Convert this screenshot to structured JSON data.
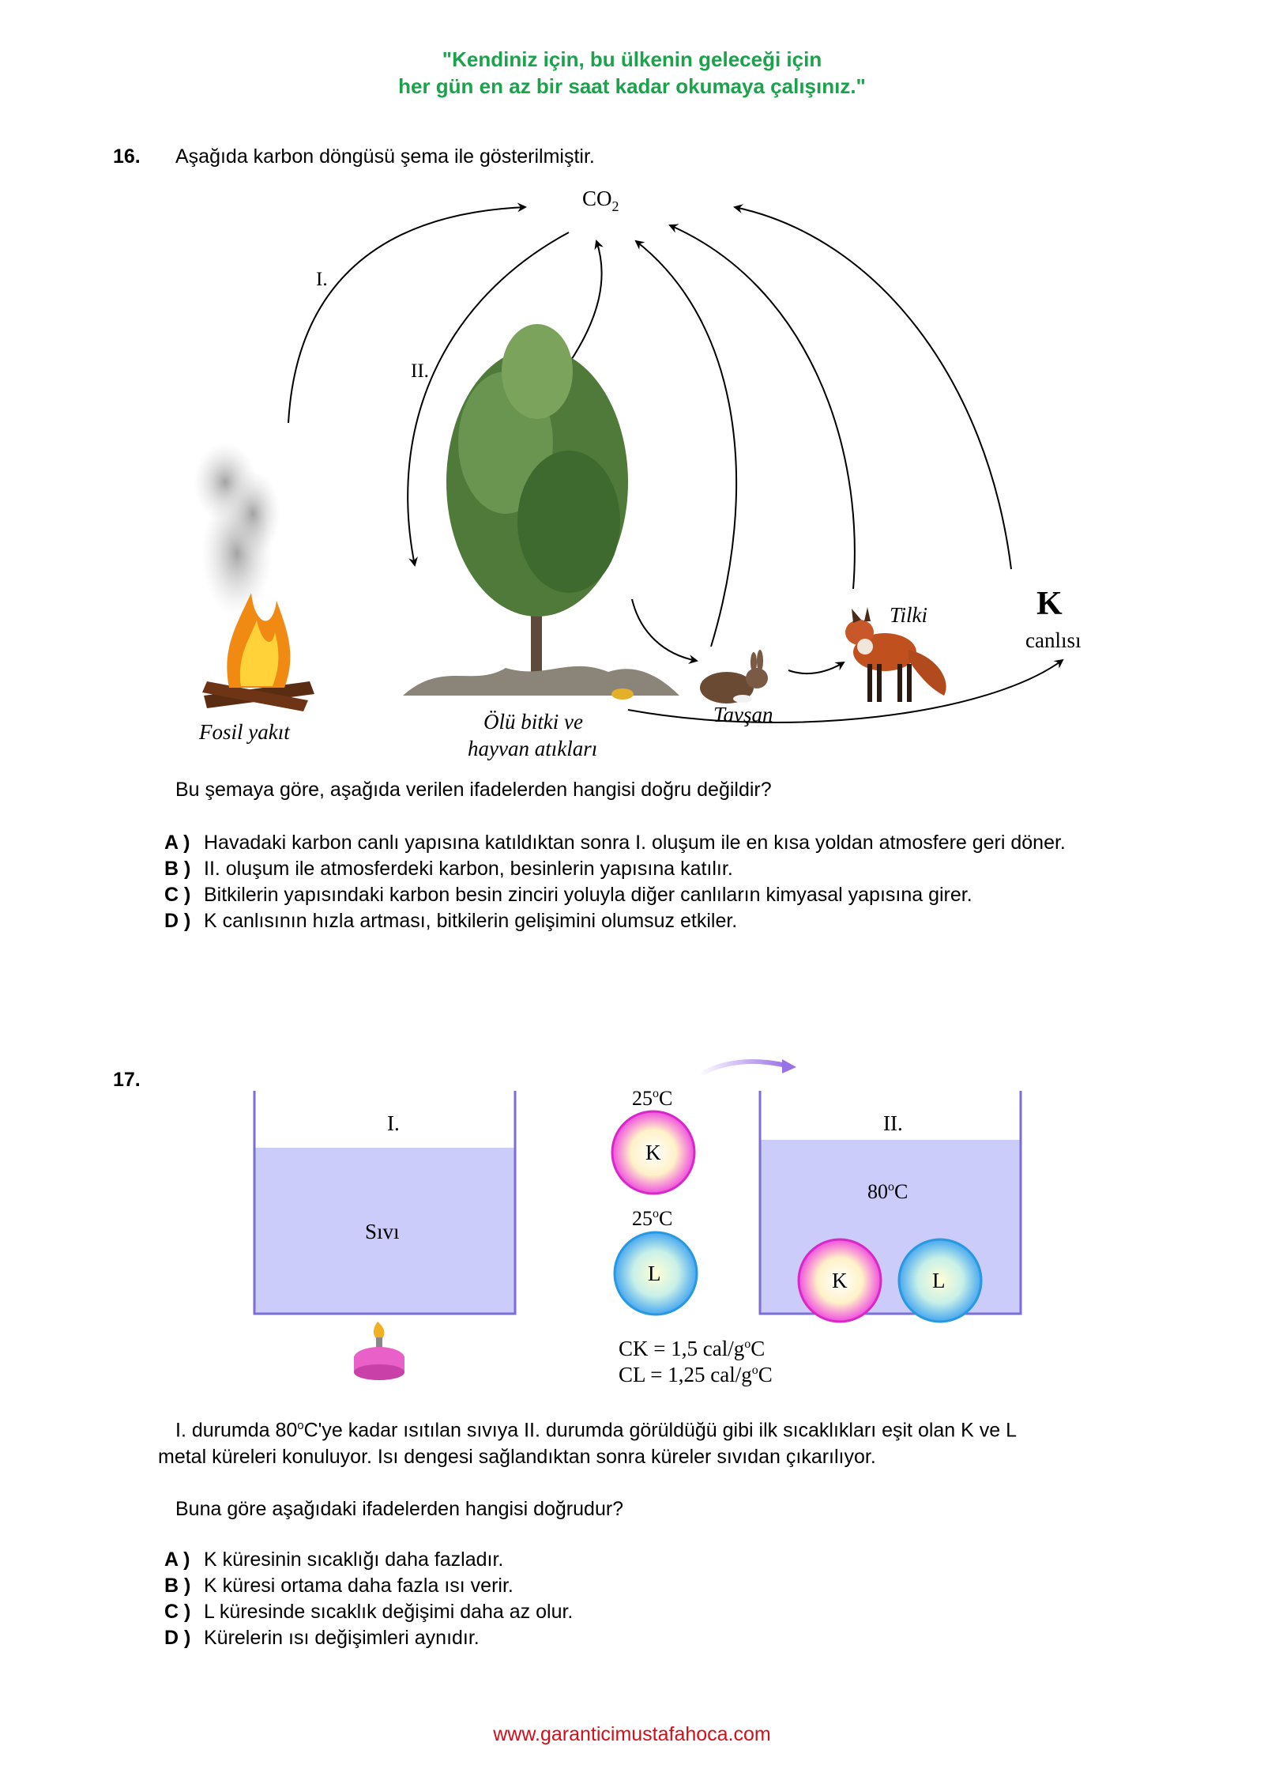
{
  "header": {
    "motto_line1": "\"Kendiniz için, bu ülkenin geleceği için",
    "motto_line2": "her gün en az bir saat kadar okumaya çalışınız.\""
  },
  "q16": {
    "number": "16.",
    "intro": "Aşağıda karbon döngüsü şema ile gösterilmiştir.",
    "diagram": {
      "co2": "CO",
      "co2_sub": "2",
      "label_I": "I.",
      "label_II": "II.",
      "fossil": "Fosil yakıt",
      "dead_line1": "Ölü bitki ve",
      "dead_line2": "hayvan atıkları",
      "rabbit": "Tavşan",
      "fox": "Tilki",
      "k_letter": "K",
      "k_word": "canlısı"
    },
    "question": "Bu şemaya göre, aşağıda verilen ifadelerden hangisi doğru değildir?",
    "options": [
      {
        "letter": "A )",
        "text": "Havadaki karbon canlı yapısına katıldıktan sonra I. oluşum ile en kısa yoldan atmosfere geri döner."
      },
      {
        "letter": "B )",
        "text": "II. oluşum ile atmosferdeki karbon, besinlerin yapısına katılır."
      },
      {
        "letter": "C )",
        "text": "Bitkilerin yapısındaki karbon besin zinciri yoluyla diğer canlıların kimyasal yapısına girer."
      },
      {
        "letter": "D )",
        "text": "K canlısının hızla artması, bitkilerin gelişimini olumsuz etkiler."
      }
    ]
  },
  "q17": {
    "number": "17.",
    "diagram": {
      "beaker1_label": "I.",
      "liquid": "Sıvı",
      "k_temp_num": "25",
      "k_temp_sup": "o",
      "k_temp_unit": "C",
      "sphere_k": "K",
      "l_temp_num": "25",
      "l_temp_sup": "o",
      "l_temp_unit": "C",
      "sphere_l": "L",
      "beaker2_label": "II.",
      "beaker2_temp_num": "80",
      "beaker2_temp_sup": "o",
      "beaker2_temp_unit": "C",
      "sphere_k2": "K",
      "sphere_l2": "L",
      "ck_a": "CK = 1,5 cal/g",
      "ck_sup": "o",
      "ck_b": "C",
      "cl_a": "CL = 1,25 cal/g",
      "cl_sup": "o",
      "cl_b": "C"
    },
    "para_a": "I. durumda 80",
    "para_sup": "o",
    "para_b": "C'ye kadar ısıtılan sıvıya II. durumda görüldüğü gibi ilk sıcaklıkları eşit olan K ve L",
    "para_line2": "metal küreleri konuluyor. Isı dengesi sağlandıktan sonra küreler sıvıdan çıkarılıyor.",
    "question": "Buna göre aşağıdaki ifadelerden hangisi doğrudur?",
    "options": [
      {
        "letter": "A )",
        "text": "K küresinin sıcaklığı daha fazladır."
      },
      {
        "letter": "B )",
        "text": "K küresi ortama daha fazla ısı verir."
      },
      {
        "letter": "C )",
        "text": "L küresinde sıcaklık değişimi daha az olur."
      },
      {
        "letter": "D )",
        "text": "Kürelerin ısı değişimleri aynıdır."
      }
    ]
  },
  "footer": {
    "url": "www.garanticimustafahoca.com"
  },
  "colors": {
    "motto": "#1aa34a",
    "footer": "#d0111b",
    "liquid": "#ccccfa",
    "beaker_border": "#7a6fd2"
  }
}
